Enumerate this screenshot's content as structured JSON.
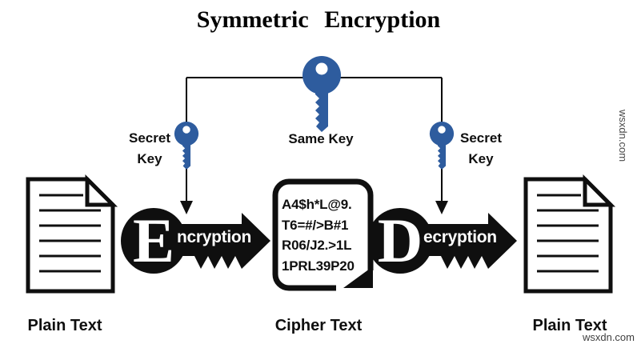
{
  "title": "Symmetric Encryption",
  "colors": {
    "key_blue": "#2E5C9E",
    "ink": "#0f0f0f"
  },
  "keys": {
    "same_key_label": "Same Key",
    "secret_key_line1": "Secret",
    "secret_key_line2": "Key"
  },
  "encryption": {
    "initial": "E",
    "rest": "ncryption"
  },
  "decryption": {
    "initial": "D",
    "rest": "ecryption"
  },
  "cipher": {
    "lines": [
      "A4$h*L@9.",
      "T6=#/>B#1",
      "R06/J2.>1L",
      "1PRL39P20"
    ]
  },
  "captions": {
    "left": "Plain Text",
    "center": "Cipher Text",
    "right": "Plain Text"
  },
  "watermark": {
    "corner": "wsxdn.com",
    "side": "wsxdn.com"
  }
}
